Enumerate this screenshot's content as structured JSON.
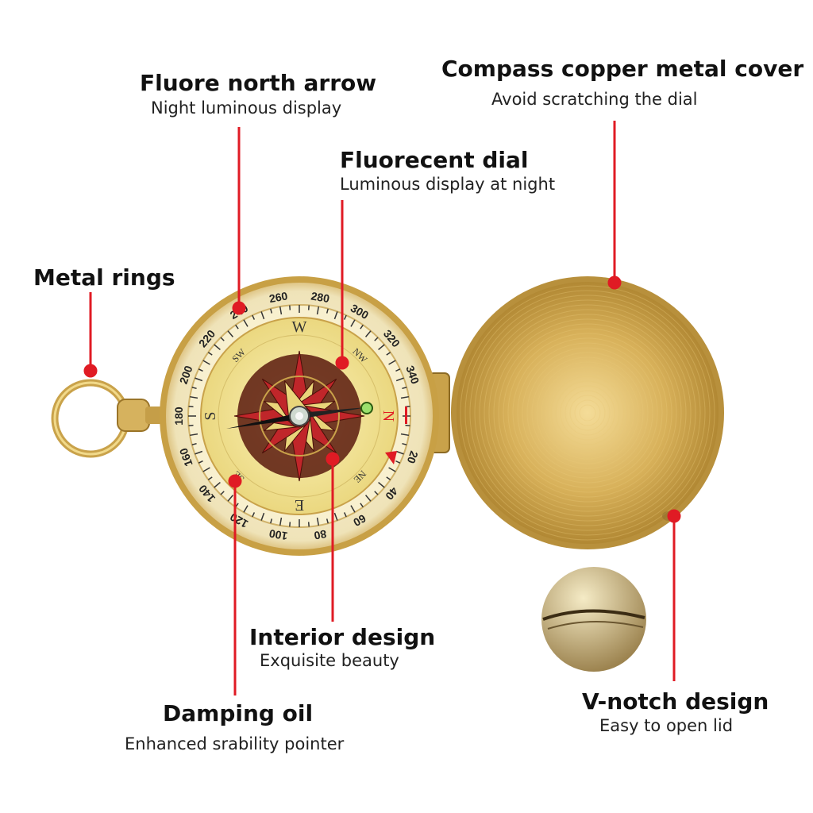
{
  "callouts": {
    "north_arrow": {
      "title": "Fluore north arrow",
      "subtitle": "Night luminous display"
    },
    "cover": {
      "title": "Compass copper metal cover",
      "subtitle": "Avoid scratching the dial"
    },
    "dial": {
      "title": "Fluorecent dial",
      "subtitle": "Luminous display at night"
    },
    "rings": {
      "title": "Metal rings"
    },
    "interior": {
      "title": "Interior design",
      "subtitle": "Exquisite beauty"
    },
    "oil": {
      "title": "Damping oil",
      "subtitle": "Enhanced srability pointer"
    },
    "notch": {
      "title": "V-notch design",
      "subtitle": "Easy to open lid"
    }
  },
  "dial_marks": {
    "degrees": [
      "20",
      "40",
      "60",
      "80",
      "100",
      "120",
      "140",
      "160",
      "180",
      "200",
      "220",
      "240",
      "260",
      "280",
      "300",
      "320",
      "340"
    ],
    "cardinals": [
      "N",
      "E",
      "S",
      "W"
    ],
    "intercardinals": [
      "NE",
      "SE",
      "SW",
      "NW"
    ]
  },
  "colors": {
    "accent": "#e01b24",
    "brass": "#c9a24a",
    "dial": "#f3e9a8",
    "rose": "#8b1a1a"
  }
}
